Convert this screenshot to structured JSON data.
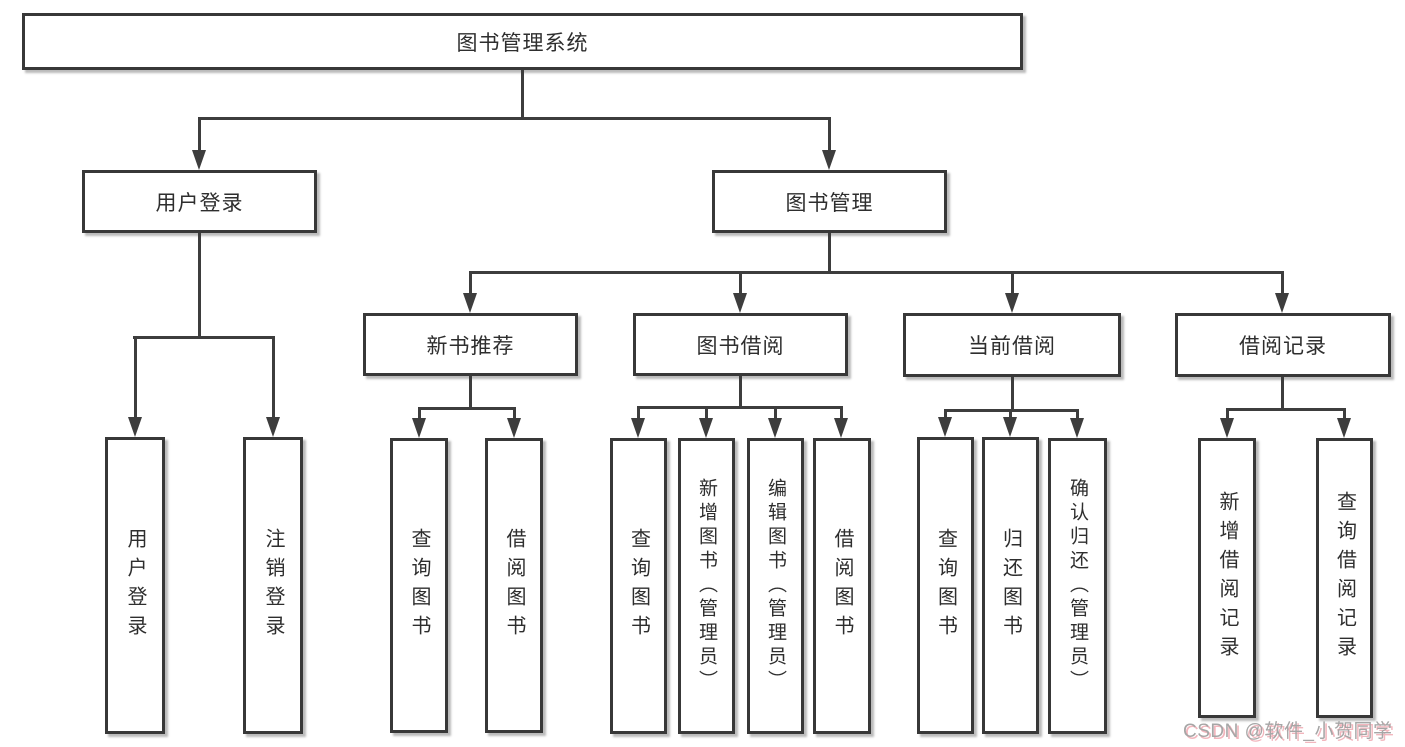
{
  "diagram": {
    "nodes": {
      "root": {
        "label": "图书管理系统"
      },
      "user_login": {
        "label": "用户登录"
      },
      "book_mgmt": {
        "label": "图书管理"
      },
      "ul_login": {
        "label": "用户登录"
      },
      "ul_logout": {
        "label": "注销登录"
      },
      "new_book_rec": {
        "label": "新书推荐"
      },
      "book_borrow": {
        "label": "图书借阅"
      },
      "current_borrow": {
        "label": "当前借阅"
      },
      "borrow_record": {
        "label": "借阅记录"
      },
      "nb_query": {
        "label": "查询图书"
      },
      "nb_borrow": {
        "label": "借阅图书"
      },
      "bb_query": {
        "label": "查询图书"
      },
      "bb_add": {
        "label": "新增图书（管理员）"
      },
      "bb_edit": {
        "label": "编辑图书（管理员）"
      },
      "bb_borrow": {
        "label": "借阅图书"
      },
      "cb_query": {
        "label": "查询图书"
      },
      "cb_return": {
        "label": "归还图书"
      },
      "cb_confirm": {
        "label": "确认归还（管理员）"
      },
      "br_add": {
        "label": "新增借阅记录"
      },
      "br_query": {
        "label": "查询借阅记录"
      }
    },
    "hierarchy": {
      "图书管理系统": {
        "用户登录": [
          "用户登录",
          "注销登录"
        ],
        "图书管理": {
          "新书推荐": [
            "查询图书",
            "借阅图书"
          ],
          "图书借阅": [
            "查询图书",
            "新增图书（管理员）",
            "编辑图书（管理员）",
            "借阅图书"
          ],
          "当前借阅": [
            "查询图书",
            "归还图书",
            "确认归还（管理员）"
          ],
          "借阅记录": [
            "新增借阅记录",
            "查询借阅记录"
          ]
        }
      }
    }
  },
  "watermark": {
    "text": "CSDN @软件_小贺同学"
  },
  "colors": {
    "background": "#ffffff",
    "box_border": "#383838",
    "connector_line": "#3d3d3d",
    "text": "#2e2e2e",
    "watermark_text": "#a6a6a6",
    "watermark_shadow": "#f2b6bd"
  }
}
